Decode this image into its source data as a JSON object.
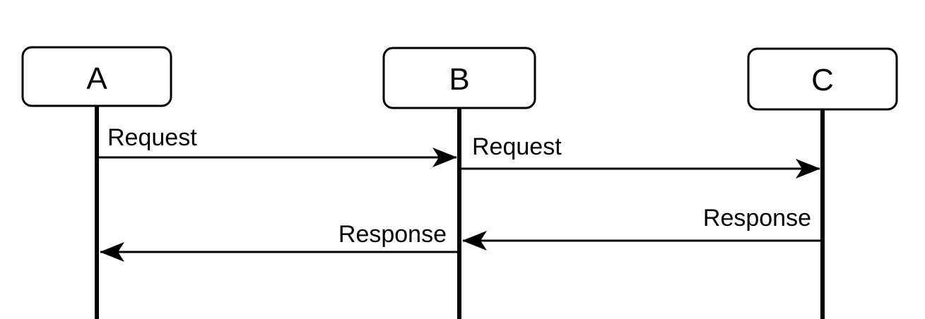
{
  "diagram": {
    "type": "sequence-diagram",
    "actors": [
      {
        "label": "A"
      },
      {
        "label": "B"
      },
      {
        "label": "C"
      }
    ],
    "messages": [
      {
        "label": "Request",
        "from": "A",
        "to": "B",
        "direction": "right"
      },
      {
        "label": "Request",
        "from": "B",
        "to": "C",
        "direction": "right"
      },
      {
        "label": "Response",
        "from": "C",
        "to": "B",
        "direction": "left"
      },
      {
        "label": "Response",
        "from": "B",
        "to": "A",
        "direction": "left"
      }
    ]
  },
  "colors": {
    "stroke": "#000000",
    "box_fill": "#ffffff",
    "background": "#ffffff",
    "text": "#000000"
  }
}
